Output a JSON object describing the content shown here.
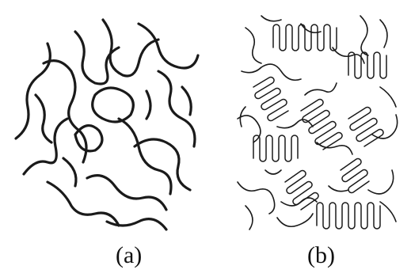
{
  "panels": [
    {
      "id": "a",
      "label": "(a)"
    },
    {
      "id": "b",
      "label": "(b)"
    }
  ]
}
